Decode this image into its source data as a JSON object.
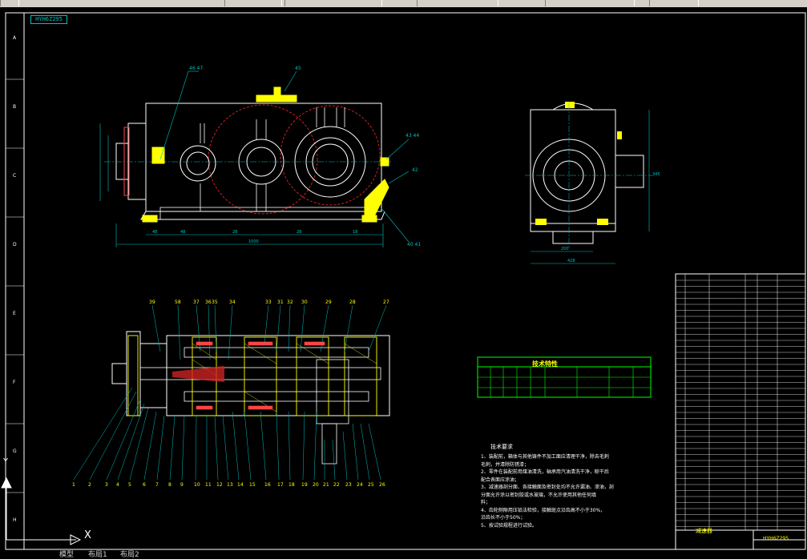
{
  "toolbar": {
    "segments": 6
  },
  "drawing": {
    "drawing_id": "HYH6Z295",
    "grid_letters": [
      "A",
      "B",
      "C",
      "D",
      "E",
      "F",
      "G",
      "H"
    ],
    "part_numbers_top": [
      "39",
      "58",
      "37",
      "36",
      "35",
      "34",
      "33",
      "31",
      "32",
      "30",
      "29",
      "28",
      "27"
    ],
    "part_numbers_bottom": [
      "1",
      "2",
      "3",
      "4",
      "5",
      "6",
      "7",
      "8",
      "9",
      "10",
      "11",
      "12",
      "13",
      "14",
      "15",
      "16",
      "17",
      "18",
      "19",
      "20",
      "21",
      "22",
      "23",
      "24",
      "25",
      "26"
    ],
    "callouts_view1": [
      "46",
      "47",
      "45",
      "43",
      "44",
      "42",
      "40",
      "41"
    ],
    "tech_requirements": {
      "title": "技术要求",
      "lines": [
        "1、装配前，箱体与其他铸件不加工面应清理干净，除去毛刺",
        "毛刺，并清除防锈漆；",
        "2、零件在装配前用煤油清洗，轴承用汽油清洗干净，晾干后",
        "配合表面应涂油；",
        "3、减速器剖分面、各接触面及密封处均不允许漏油、渗油，剖",
        "分面允许涂以密封胶或水玻璃，不允许使用其他任何填",
        "料；",
        "4、齿轮侧隙用压铅法检验，接触斑点沿齿高不小于30%，",
        "沿齿长不小于50%；",
        "5、按试验规程进行试验。"
      ]
    },
    "spec_table_title": "技术特性",
    "title_block_name": "减速器",
    "title_block_code": "HYH6Z295"
  },
  "tabs": {
    "model": "模型",
    "layout1": "布局1",
    "layout2": "布局2"
  },
  "ucs": {
    "x_label": "X",
    "y_label": "Y"
  },
  "colors": {
    "background": "#000000",
    "geometry_yellow": "#ffff00",
    "dimension_cyan": "#00c0c0",
    "gear_red": "#cc2222",
    "border_white": "#ffffff"
  }
}
